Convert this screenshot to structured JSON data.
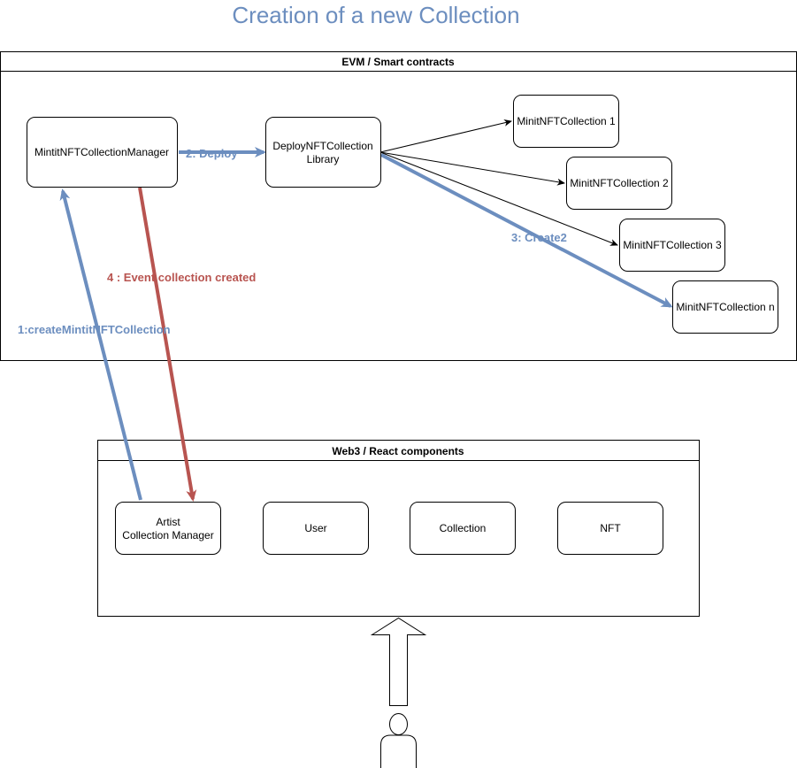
{
  "title": "Creation of a new Collection",
  "colors": {
    "blue": "#6c8ebf",
    "red": "#b85450",
    "black": "#000000"
  },
  "lanes": {
    "evm": {
      "title": "EVM / Smart contracts"
    },
    "web3": {
      "title": "Web3 / React components"
    }
  },
  "nodes": {
    "manager": "MintitNFTCollectionManager",
    "deploy_lib": [
      "DeployNFTCollection",
      "Library"
    ],
    "collection_1": "MinitNFTCollection 1",
    "collection_2": "MinitNFTCollection 2",
    "collection_3": "MinitNFTCollection 3",
    "collection_n": "MinitNFTCollection n",
    "artist_manager": [
      "Artist",
      "Collection Manager"
    ],
    "user": "User",
    "collection": "Collection",
    "nft": "NFT"
  },
  "edges": {
    "create_call": "1:createMintitNFTCollection",
    "deploy": "2:  Deploy",
    "create2": "3: Create2",
    "event": "4 : Event collection created"
  },
  "icons": {
    "up_arrow": "up-arrow-icon",
    "actor": "user-actor-icon"
  }
}
